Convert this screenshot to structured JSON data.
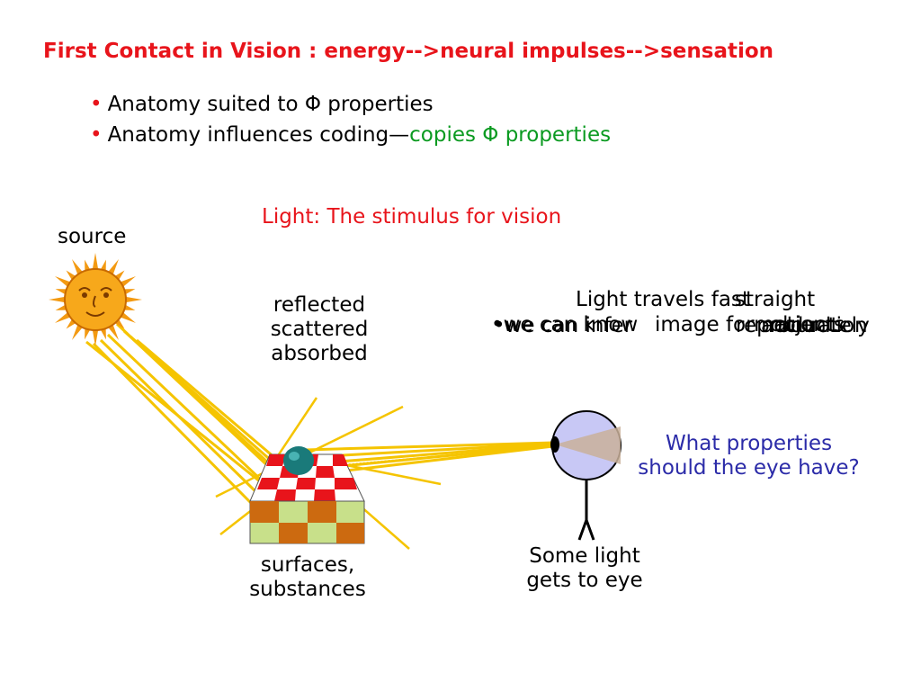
{
  "title": "First Contact in Vision : energy-->neural impulses-->sensation",
  "bullets": [
    {
      "marker": "•",
      "text": "Anatomy suited to Φ properties"
    },
    {
      "marker": "•",
      "text_black": "Anatomy influences coding—",
      "text_green": "copies Φ properties"
    }
  ],
  "subtitle": "Light:  The stimulus for vision",
  "labels": {
    "source": "source",
    "interactions": [
      "reflected",
      "scattered",
      "absorbed"
    ],
    "surfaces": [
      "surfaces,",
      "substances"
    ],
    "eye_caption": [
      "Some light",
      "gets to eye"
    ],
    "question": [
      "What properties",
      "should the eye have?"
    ]
  },
  "overlapping_text": {
    "line1_a": "Light travels fast",
    "line1_b": "straight",
    "line2_a": "•we can know",
    "line2_b": "image formation",
    "line2_c": "objects",
    "line2_d": "•we can infer",
    "line2_e": "reproduction",
    "line2_f": "accurately"
  },
  "colors": {
    "title_red": "#e8141b",
    "bullet_green": "#0a9a20",
    "question_blue": "#2b2ba8",
    "ray_yellow": "#f5c400",
    "sun_orange": "#f39a12",
    "eye_fill": "#c8c8f5"
  }
}
